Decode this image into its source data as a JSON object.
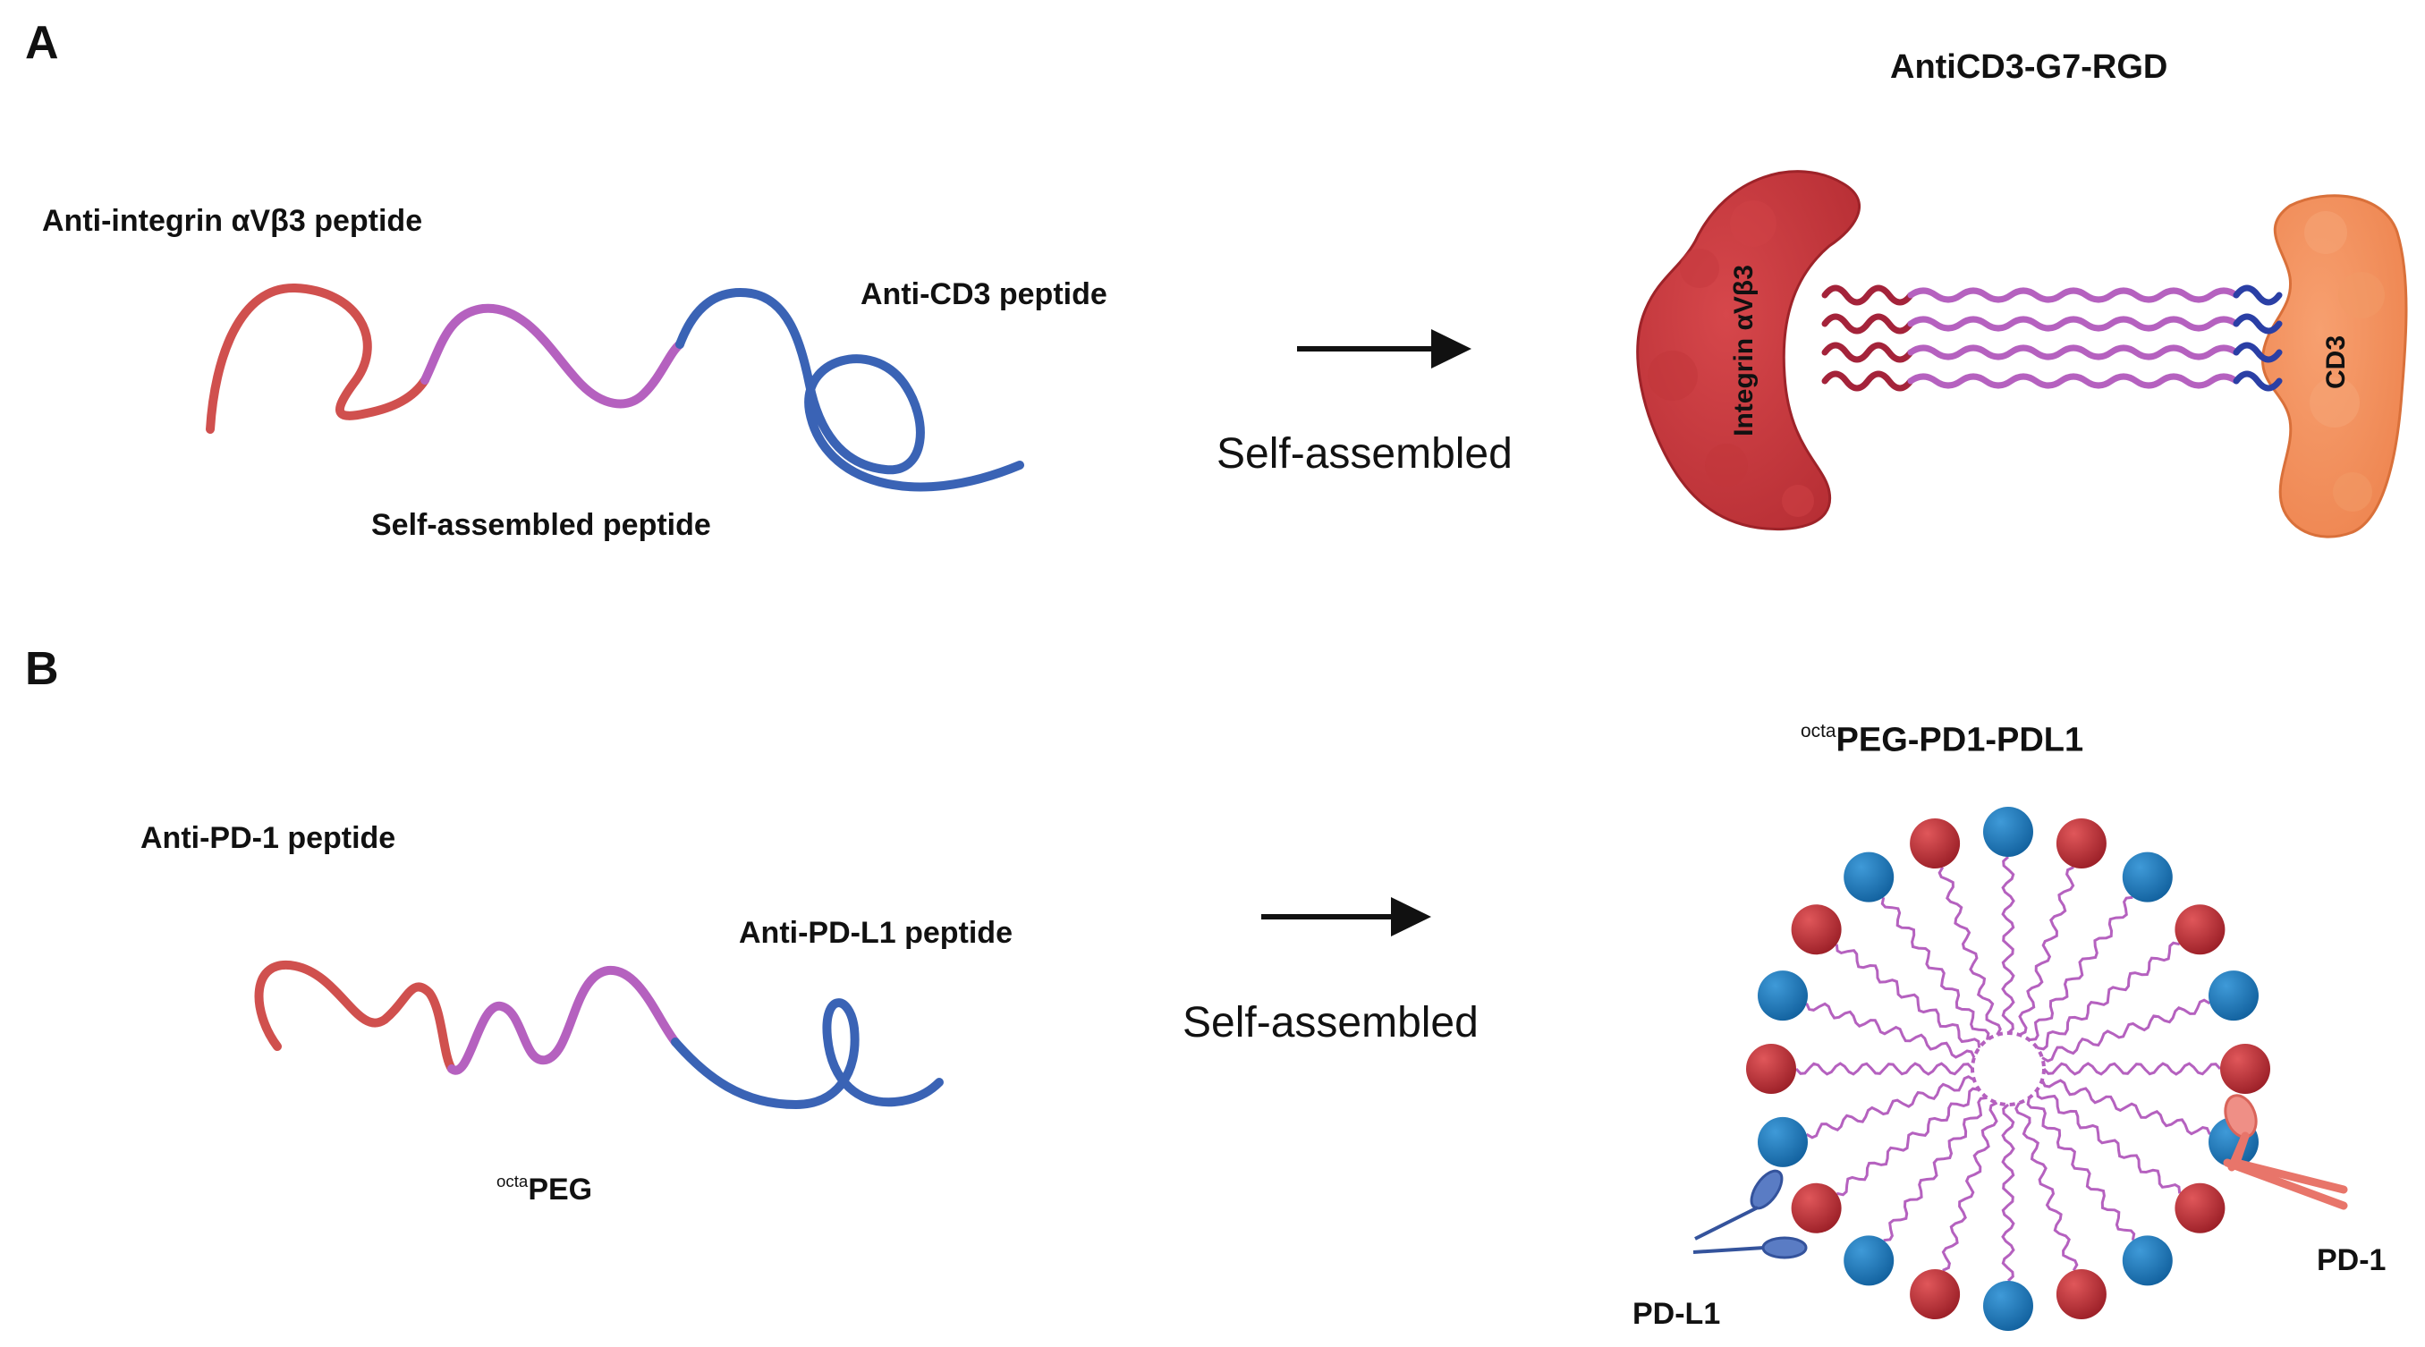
{
  "panelA": {
    "letter": "A",
    "title": "AntiCD3-G7-RGD",
    "labels": {
      "anti_integrin": "Anti-integrin αVβ3 peptide",
      "anti_cd3": "Anti-CD3 peptide",
      "self_assembled_peptide": "Self-assembled peptide",
      "arrow_text": "Self-assembled",
      "integrin": "Integrin αVβ3",
      "cd3": "CD3"
    }
  },
  "panelB": {
    "letter": "B",
    "title_sup": "octa",
    "title_main": "PEG-PD1-PDL1",
    "labels": {
      "anti_pd1": "Anti-PD-1 peptide",
      "anti_pdl1": "Anti-PD-L1 peptide",
      "peg_sup": "octa",
      "peg_main": "PEG",
      "arrow_text": "Self-assembled",
      "pdl1": "PD-L1",
      "pd1": "PD-1"
    }
  },
  "colors": {
    "red_peptide": "#d0504e",
    "purple_peptide": "#b561bf",
    "blue_peptide": "#3a63b5",
    "integrin": "#c8383c",
    "cd3": "#f08c56",
    "red_bead": "#a8252d",
    "blue_bead": "#1f77b7",
    "pd1": "#e8756a",
    "pdl1": "#4d6fb8"
  }
}
